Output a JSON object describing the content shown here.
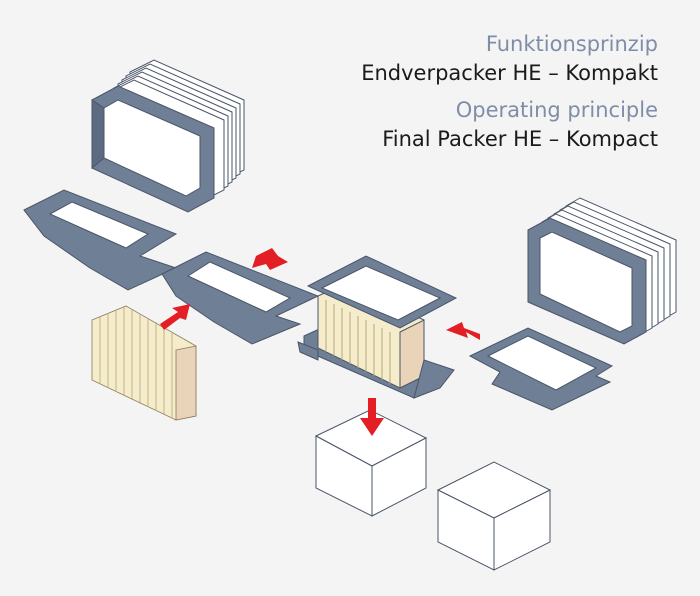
{
  "title": {
    "de_label": "Funktionsprinzip",
    "de_name": "Endverpacker HE – Kompakt",
    "en_label": "Operating principle",
    "en_name": "Final Packer HE – Kompact"
  },
  "colors": {
    "background": "#f4f4f5",
    "carton_blue": "#6f7f96",
    "carton_edge": "#4a5568",
    "carton_white": "#ffffff",
    "product_cream": "#f5eccb",
    "product_tan": "#e9d3b9",
    "arrow_red": "#e31e24"
  }
}
